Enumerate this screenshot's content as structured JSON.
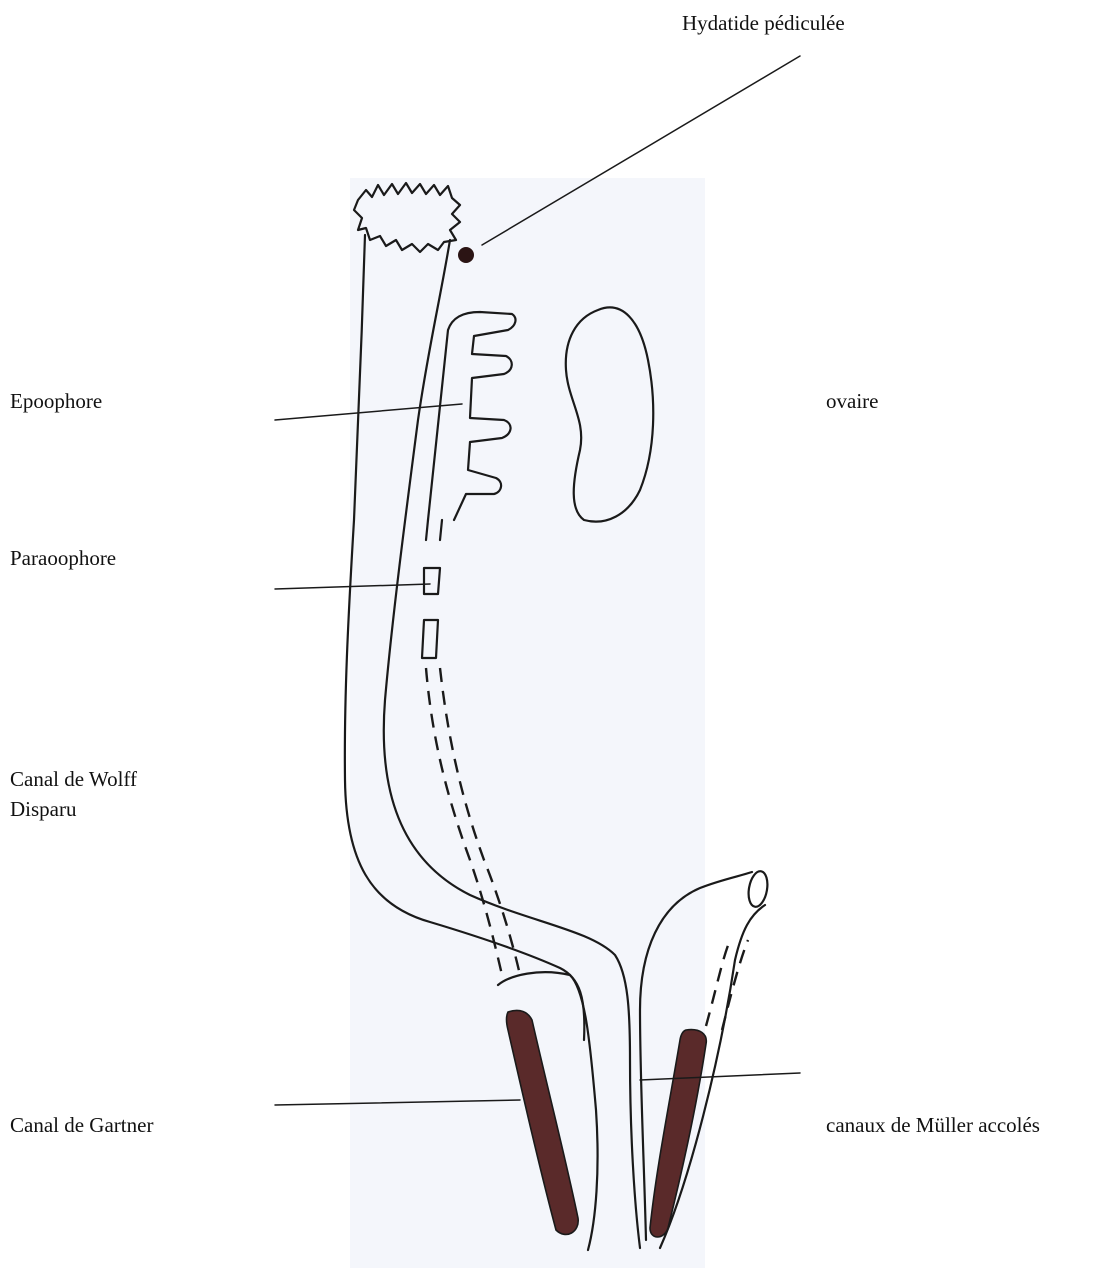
{
  "labels": {
    "hydatide": "Hydatide pédiculée",
    "epoophore": "Epoophore",
    "ovaire": "ovaire",
    "paraoophore": "Paraoophore",
    "wolff_line1": "Canal de Wolff",
    "wolff_line2": "Disparu",
    "gartner": "Canal de Gartner",
    "muller": "canaux de Müller  accolés"
  },
  "colors": {
    "ink": "#1a1a1a",
    "gartner_fill": "#5a2a2a",
    "hydatide_fill": "#2b1414",
    "paper_tint": "#f3f6fb"
  }
}
